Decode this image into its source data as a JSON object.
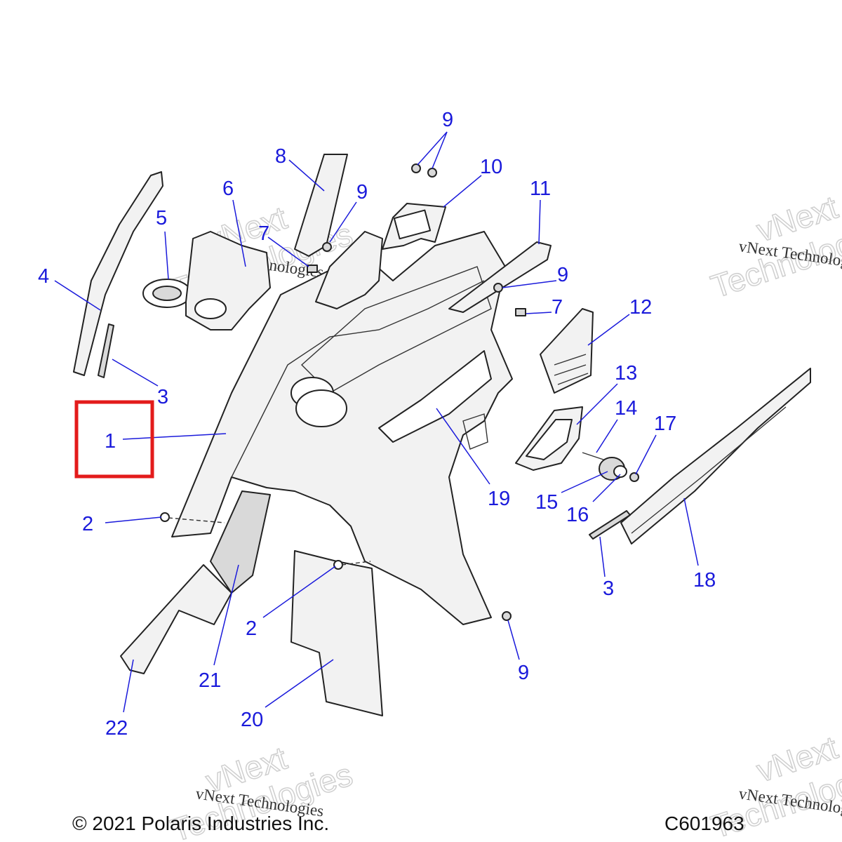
{
  "callouts": [
    {
      "id": "c1",
      "label": "1"
    },
    {
      "id": "c2a",
      "label": "2"
    },
    {
      "id": "c2b",
      "label": "2"
    },
    {
      "id": "c3a",
      "label": "3"
    },
    {
      "id": "c3b",
      "label": "3"
    },
    {
      "id": "c4",
      "label": "4"
    },
    {
      "id": "c5",
      "label": "5"
    },
    {
      "id": "c6",
      "label": "6"
    },
    {
      "id": "c7a",
      "label": "7"
    },
    {
      "id": "c7b",
      "label": "7"
    },
    {
      "id": "c8",
      "label": "8"
    },
    {
      "id": "c9a",
      "label": "9"
    },
    {
      "id": "c9b",
      "label": "9"
    },
    {
      "id": "c9c",
      "label": "9"
    },
    {
      "id": "c9d",
      "label": "9"
    },
    {
      "id": "c10",
      "label": "10"
    },
    {
      "id": "c11",
      "label": "11"
    },
    {
      "id": "c12",
      "label": "12"
    },
    {
      "id": "c13",
      "label": "13"
    },
    {
      "id": "c14",
      "label": "14"
    },
    {
      "id": "c15",
      "label": "15"
    },
    {
      "id": "c16",
      "label": "16"
    },
    {
      "id": "c17",
      "label": "17"
    },
    {
      "id": "c18",
      "label": "18"
    },
    {
      "id": "c19",
      "label": "19"
    },
    {
      "id": "c20",
      "label": "20"
    },
    {
      "id": "c21",
      "label": "21"
    },
    {
      "id": "c22",
      "label": "22"
    }
  ],
  "highlighted_callout": "1",
  "watermark": {
    "line1": "vNext Technologies",
    "big_line1": "vNext",
    "big_line2": "Technologies"
  },
  "footer": {
    "copyright": "© 2021 Polaris Industries Inc.",
    "diagram_code": "C601963"
  },
  "colors": {
    "callout": "#1a1adb",
    "highlight": "#e31b1b",
    "outline": "#222222"
  }
}
